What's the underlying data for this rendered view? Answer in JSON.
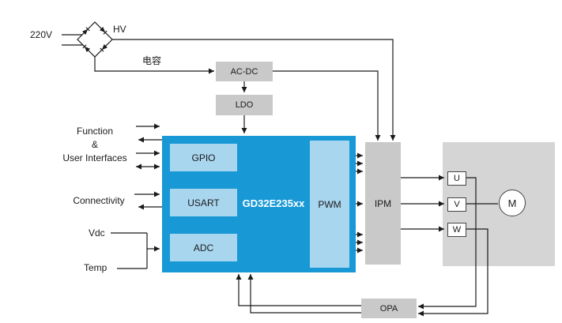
{
  "power": {
    "mains": "220V",
    "hv": "HV",
    "capacitor": "电容",
    "acdc": "AC-DC",
    "ldo": "LDO"
  },
  "mcu": {
    "name": "GD32E235xx",
    "gpio": "GPIO",
    "usart": "USART",
    "adc": "ADC",
    "pwm": "PWM"
  },
  "io": {
    "function1": "Function",
    "function2": "&",
    "function3": "User Interfaces",
    "connectivity": "Connectivity",
    "vdc": "Vdc",
    "temp": "Temp"
  },
  "power_stage": {
    "ipm": "IPM",
    "opa": "OPA",
    "phase_u": "U",
    "phase_v": "V",
    "phase_w": "W",
    "motor": "M"
  },
  "colors": {
    "mcu_blue": "#1899d6",
    "peripheral_blue": "#a9d6ef",
    "module_gray": "#c9c9c9",
    "panel_gray": "#d5d5d5",
    "wire": "#1a1a1a"
  }
}
